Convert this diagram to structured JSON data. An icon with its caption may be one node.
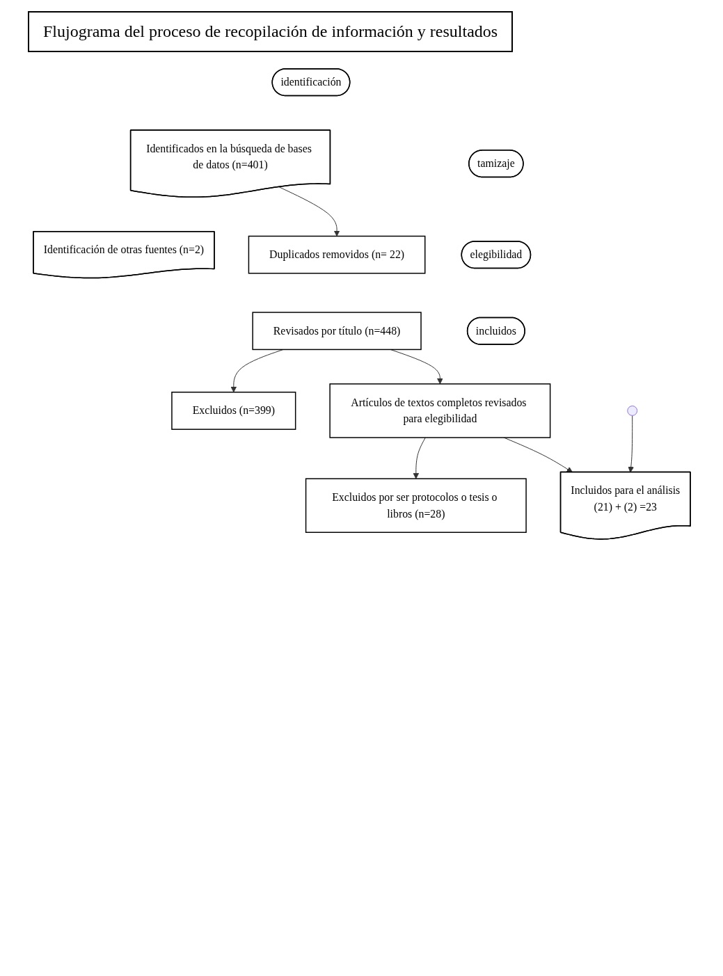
{
  "diagram": {
    "title": "Flujograma del proceso de recopilación de información y resultados",
    "nodes": [
      {
        "text": [
          "identificación"
        ]
      },
      {
        "text": [
          "Identificados en la búsqueda de bases de datos (n=401)"
        ]
      },
      {
        "text": [
          "Identificación de otras fuentes (n=2)"
        ]
      },
      {
        "text": [
          "Duplicados removidos (n= 22)"
        ]
      },
      {
        "text": [
          "tamizaje"
        ]
      },
      {
        "text": [
          "Revisados por título (n=448)"
        ]
      },
      {
        "text": [
          "Excluidos (n=399)"
        ]
      },
      {
        "text": [
          "elegibilidad"
        ]
      },
      {
        "text": [
          "Artículos de textos completos revisados para elegibilidad"
        ]
      },
      {
        "text": [
          "Excluidos por ser protocolos o tesis o libros (n=28)"
        ]
      },
      {
        "text": [
          "incluidos"
        ]
      },
      {
        "text": [
          "Incluidos para el análisis",
          "(21) + (2) =23"
        ]
      }
    ],
    "edges": [
      {
        "from": 1,
        "to": 3,
        "arrow": "to"
      },
      {
        "from": 5,
        "to": 6,
        "arrow": "to"
      },
      {
        "from": 5,
        "to": 8,
        "arrow": "to"
      },
      {
        "from": 8,
        "to": 9,
        "arrow": "to"
      },
      {
        "from": 8,
        "to": 11,
        "arrow": "to"
      },
      {
        "from": null,
        "to": 11,
        "arrow": "to"
      }
    ]
  }
}
